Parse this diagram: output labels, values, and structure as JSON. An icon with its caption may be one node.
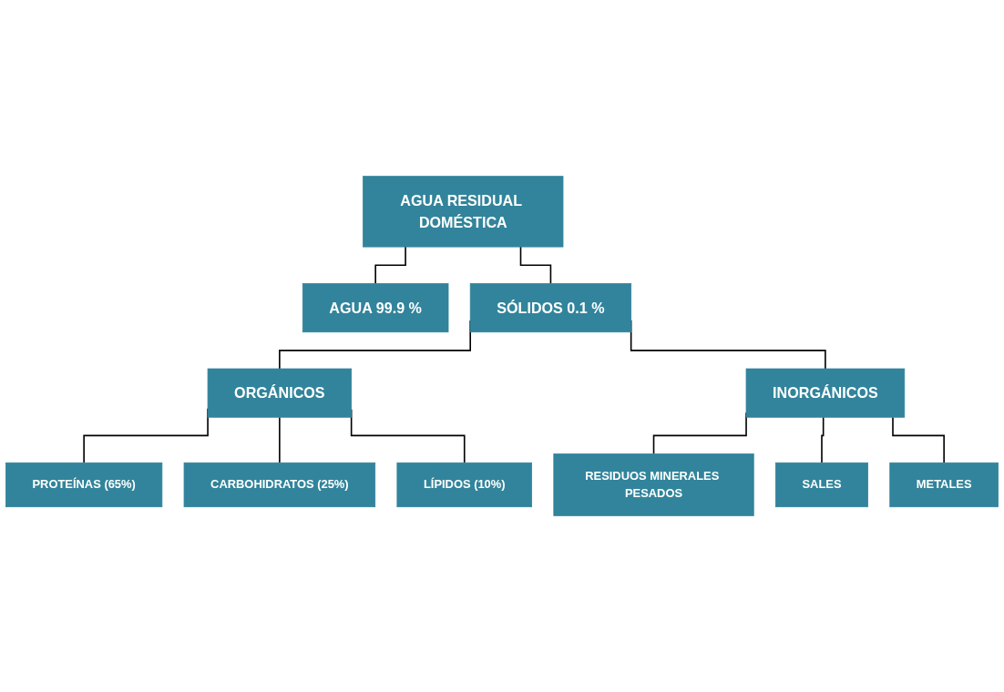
{
  "diagram": {
    "nodes": [
      {
        "text": [
          "AGUA RESIDUAL DOMÉSTICA"
        ]
      },
      {
        "text": [
          "AGUA 99.9 %"
        ]
      },
      {
        "text": [
          "SÓLIDOS 0.1 %"
        ]
      },
      {
        "text": [
          "ORGÁNICOS"
        ]
      },
      {
        "text": [
          "INORGÁNICOS"
        ]
      },
      {
        "text": [
          "PROTEÍNAS (65%)"
        ]
      },
      {
        "text": [
          "CARBOHIDRATOS (25%)"
        ]
      },
      {
        "text": [
          "LÍPIDOS (10%)"
        ]
      },
      {
        "text": [
          "RESIDUOS MINERALES PESADOS"
        ]
      },
      {
        "text": [
          "SALES"
        ]
      },
      {
        "text": [
          "METALES"
        ]
      }
    ],
    "edges": [
      {
        "from": 0,
        "to": 1,
        "arrow": "none"
      },
      {
        "from": 0,
        "to": 2,
        "arrow": "none"
      },
      {
        "from": 2,
        "to": 3,
        "arrow": "none"
      },
      {
        "from": 2,
        "to": 4,
        "arrow": "none"
      },
      {
        "from": 3,
        "to": 5,
        "arrow": "none"
      },
      {
        "from": 3,
        "to": 6,
        "arrow": "none"
      },
      {
        "from": 3,
        "to": 7,
        "arrow": "none"
      },
      {
        "from": 4,
        "to": 8,
        "arrow": "none"
      },
      {
        "from": 4,
        "to": 9,
        "arrow": "none"
      },
      {
        "from": 4,
        "to": 10,
        "arrow": "none"
      }
    ]
  }
}
